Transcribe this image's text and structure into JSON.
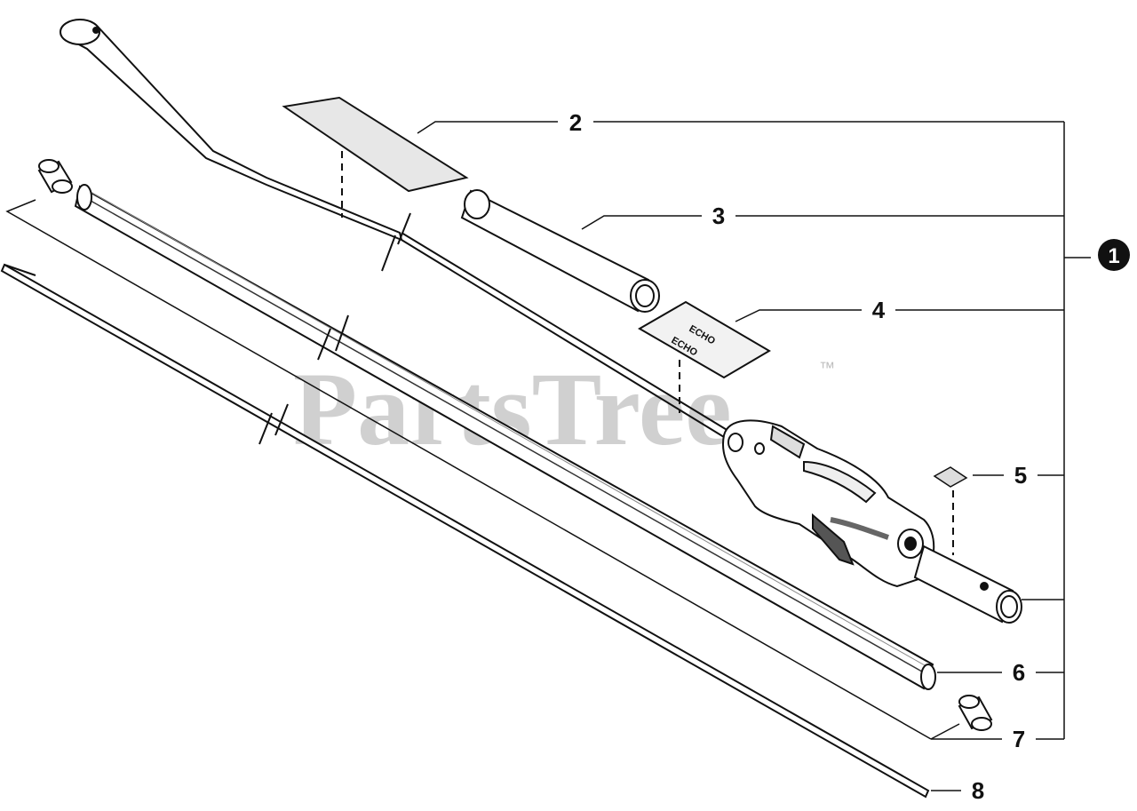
{
  "watermark": {
    "text": "PartsTree",
    "trademark": "™"
  },
  "assembly": {
    "callout": "1"
  },
  "callouts": [
    {
      "id": "2",
      "label": "2"
    },
    {
      "id": "3",
      "label": "3"
    },
    {
      "id": "4",
      "label": "4"
    },
    {
      "id": "5",
      "label": "5"
    },
    {
      "id": "6",
      "label": "6"
    },
    {
      "id": "7",
      "label": "7"
    },
    {
      "id": "8",
      "label": "8"
    }
  ],
  "decal": {
    "brand_text": "ECHO"
  },
  "colors": {
    "ink": "#111111",
    "watermark": "#c8c8c8",
    "badge": "#111111"
  }
}
